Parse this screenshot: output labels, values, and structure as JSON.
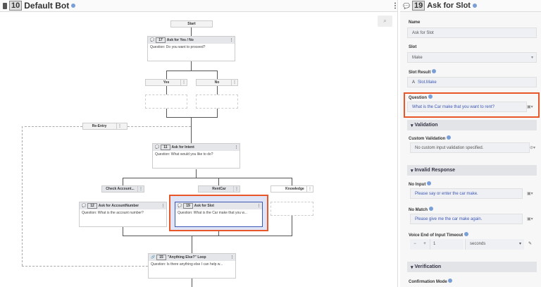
{
  "canvas": {
    "id": "10",
    "title": "Default Bot"
  },
  "flow": {
    "start": "Start",
    "n17": {
      "id": "17",
      "title": "Ask for Yes / No",
      "question": "Question: Do you want to proceed?"
    },
    "yes": "Yes",
    "no": "No",
    "reentry": "Re-Entry",
    "n11": {
      "id": "11",
      "title": "Ask for Intent",
      "question": "Question: What would you like to do?"
    },
    "check": "Check Account...",
    "rentcar": "RentCar",
    "knowledge": "Knowledge",
    "n12": {
      "id": "12",
      "title": "Ask for AccountNumber",
      "question": "Question: What is the account number?"
    },
    "n19": {
      "id": "19",
      "title": "Ask for Slot",
      "question": "Question: What is the Car make that you w..."
    },
    "n15": {
      "id": "15",
      "title": "\"Anything Else?\" Loop",
      "question": "Question: Is there anything else I can help w..."
    }
  },
  "panel": {
    "id": "19",
    "title": "Ask for Slot",
    "name_label": "Name",
    "name_value": "Ask for Slot",
    "slot_label": "Slot",
    "slot_value": "Make",
    "slot_result_label": "Slot Result",
    "slot_result_value": "Slot.Make",
    "question_label": "Question",
    "question_value": "What is the Car make that you want to rent?",
    "validation": "Validation",
    "custom_validation_label": "Custom Validation",
    "custom_validation_value": "No custom input validation specified.",
    "invalid_response": "Invalid Response",
    "no_input_label": "No Input",
    "no_input_value": "Please say or enter the car make.",
    "no_match_label": "No Match",
    "no_match_value": "Please give me the car make again.",
    "timeout_label": "Voice End of Input Timeout",
    "timeout_value": "1",
    "timeout_unit": "seconds",
    "verification": "Verification",
    "confirmation_label": "Confirmation Mode"
  },
  "colors": {
    "highlight": "#e8572a",
    "selected": "#3d57b5"
  }
}
